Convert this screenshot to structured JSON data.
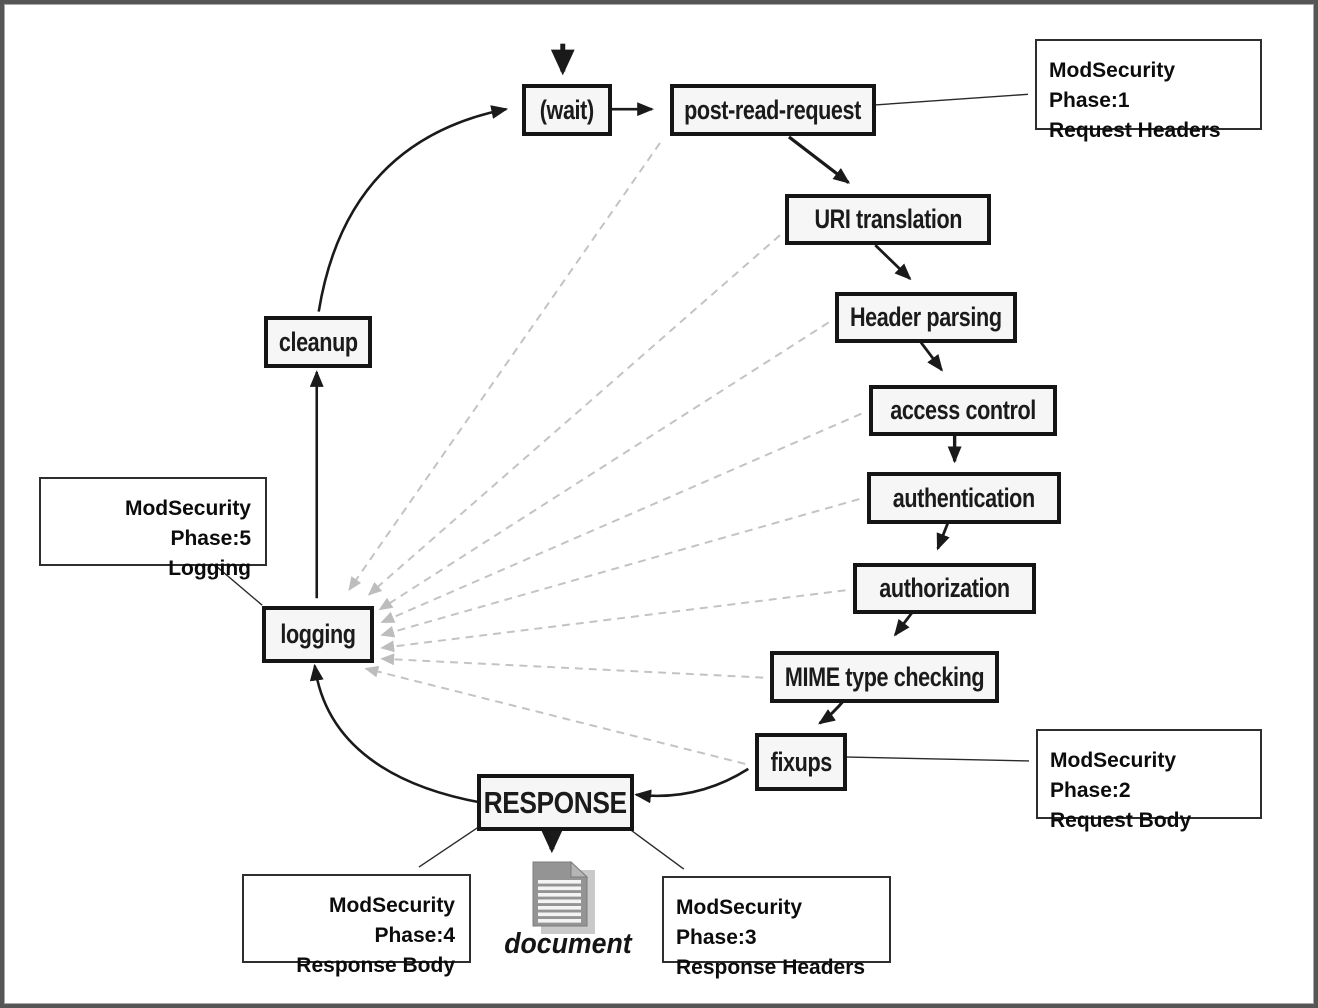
{
  "nodes": {
    "wait": {
      "label": "(wait)"
    },
    "post_read_request": {
      "label": "post-read-request"
    },
    "uri_translation": {
      "label": "URI translation"
    },
    "header_parsing": {
      "label": "Header parsing"
    },
    "access_control": {
      "label": "access control"
    },
    "authentication": {
      "label": "authentication"
    },
    "authorization": {
      "label": "authorization"
    },
    "mime_type_checking": {
      "label": "MIME type checking"
    },
    "fixups": {
      "label": "fixups"
    },
    "response": {
      "label": "RESPONSE"
    },
    "logging": {
      "label": "logging"
    },
    "cleanup": {
      "label": "cleanup"
    }
  },
  "annotations": {
    "phase1": {
      "line1": "ModSecurity Phase:1",
      "line2": "Request Headers"
    },
    "phase2": {
      "line1": "ModSecurity Phase:2",
      "line2": "Request Body"
    },
    "phase3": {
      "line1": "ModSecurity Phase:3",
      "line2": "Response Headers"
    },
    "phase4": {
      "line1": "ModSecurity Phase:4",
      "line2": "Response Body"
    },
    "phase5": {
      "line1": "ModSecurity Phase:5",
      "line2": "Logging"
    }
  },
  "document": {
    "label": "document"
  },
  "colors": {
    "line": "#1a1a1a",
    "dashed_line": "#c3c3c3",
    "node_fill": "#f6f6f6",
    "node_border": "#151515",
    "frame": "#565656",
    "doc_gray": "#949494",
    "doc_shadow": "#c9c9c9"
  }
}
